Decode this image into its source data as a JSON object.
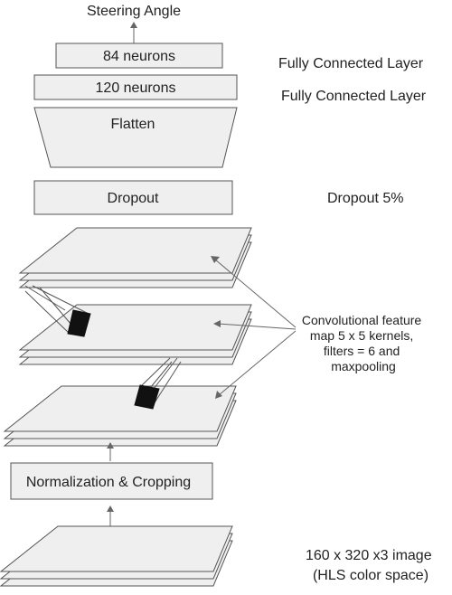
{
  "output_label": "Steering Angle",
  "layers": {
    "fc84": {
      "label": "84 neurons",
      "annotation": "Fully Connected Layer"
    },
    "fc120": {
      "label": "120 neurons",
      "annotation": "Fully Connected Layer"
    },
    "flatten": {
      "label": "Flatten"
    },
    "dropout": {
      "label": "Dropout",
      "annotation": "Dropout 5%"
    },
    "conv": {
      "annotation_lines": [
        "Convolutional feature",
        "map 5 x 5 kernels,",
        "filters = 6 and",
        "maxpooling"
      ]
    },
    "normalization": {
      "label": "Normalization & Cropping"
    },
    "input": {
      "annotation_lines": [
        "160 x 320 x3 image",
        "(HLS color space)"
      ]
    }
  }
}
